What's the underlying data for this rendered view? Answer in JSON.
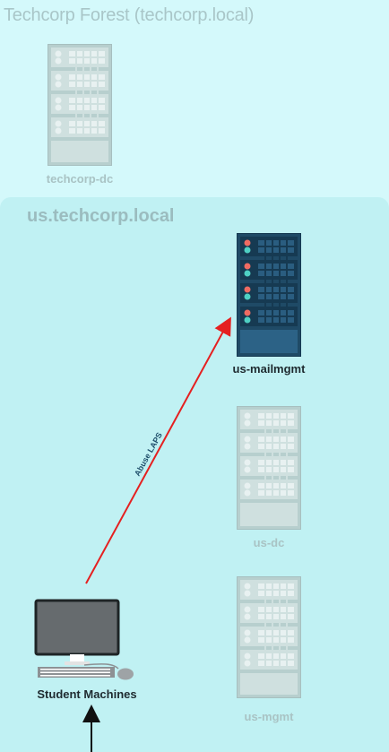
{
  "forest": {
    "title": "Techcorp Forest (techcorp.local)"
  },
  "domain": {
    "title": "us.techcorp.local"
  },
  "nodes": {
    "techcorp_dc": {
      "label": "techcorp-dc",
      "icon": "server-icon",
      "state": "inactive"
    },
    "us_mailmgmt": {
      "label": "us-mailmgmt",
      "icon": "server-icon",
      "state": "active"
    },
    "us_dc": {
      "label": "us-dc",
      "icon": "server-icon",
      "state": "inactive"
    },
    "us_mgmt": {
      "label": "us-mgmt",
      "icon": "server-icon",
      "state": "inactive"
    },
    "student": {
      "label": "Student Machines",
      "icon": "desktop-computer-icon"
    }
  },
  "edges": {
    "abuse_laps": {
      "label": "Abuse LAPS",
      "color": "#e52020"
    }
  },
  "colors": {
    "background": "#d4f9fb",
    "domain_box": "#c0f1f3",
    "active_server": "#1f4a66",
    "inactive_server": "#b8cfcf",
    "arrow": "#e52020"
  }
}
